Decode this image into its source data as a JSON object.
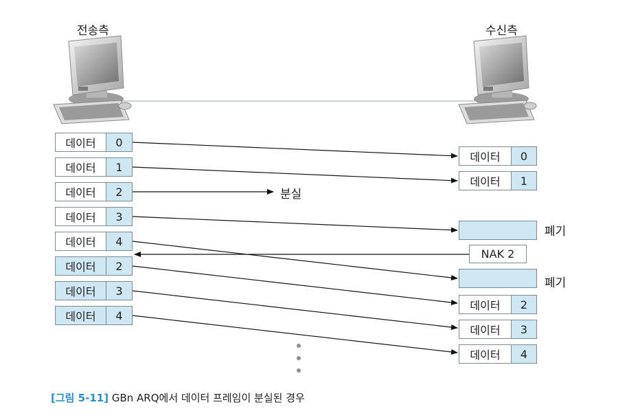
{
  "sender_label": "전송측",
  "receiver_label": "수신측",
  "sender_frames": [
    {
      "data": "데이터",
      "seq": "0"
    },
    {
      "data": "데이터",
      "seq": "1"
    },
    {
      "data": "데이터",
      "seq": "2"
    },
    {
      "data": "데이터",
      "seq": "3"
    },
    {
      "data": "데이터",
      "seq": "4"
    },
    {
      "data": "데이터",
      "seq": "2"
    },
    {
      "data": "데이터",
      "seq": "3"
    },
    {
      "data": "데이터",
      "seq": "4"
    }
  ],
  "receiver_frames": [
    {
      "data": "데이터",
      "seq": "0"
    },
    {
      "data": "데이터",
      "seq": "1"
    },
    {
      "data": "데이터",
      "seq": "2"
    },
    {
      "data": "데이터",
      "seq": "3"
    },
    {
      "data": "데이터",
      "seq": "4"
    }
  ],
  "lost_label": "분실",
  "discard_label": "폐기",
  "nak_label": "NAK 2",
  "caption": {
    "figure": "[그림 5-11]",
    "text": "GBn ARQ에서 데이터 프레임이 분실된 경우"
  }
}
